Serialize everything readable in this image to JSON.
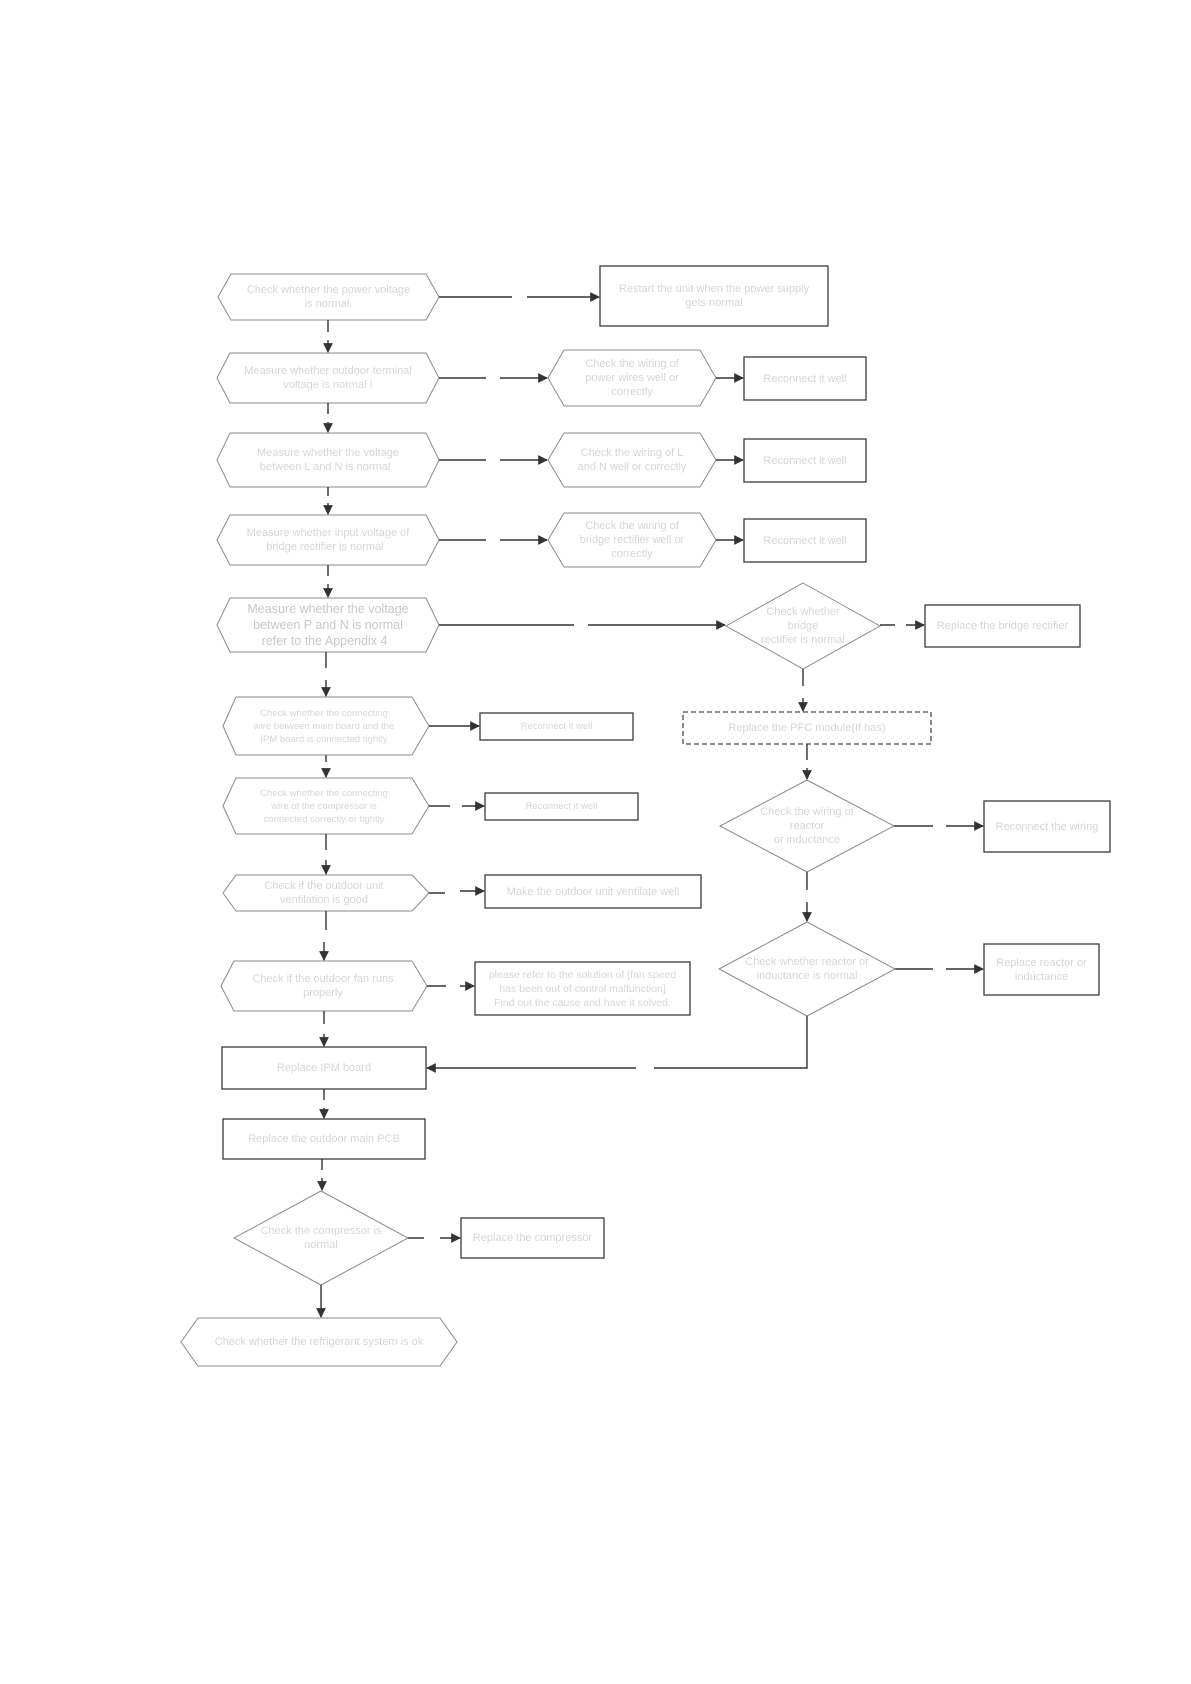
{
  "nodes": {
    "check_power_voltage": "Check whether the power voltage\nis normal.",
    "restart_unit": "Restart the unit when the power supply\ngets normal",
    "measure_outdoor_terminal": "Measure whether outdoor terminal\nvoltage is  normal !",
    "check_power_wires": "Check the wiring of\npower wires well or\ncorrectly",
    "reconnect_1": "Reconnect it well",
    "measure_l_n": "Measure whether the voltage\nbetween L and N is normal  ",
    "check_l_n_wiring": "Check the wiring of L\nand N well or correctly",
    "reconnect_2": "Reconnect it well",
    "measure_bridge_input": "Measure whether input voltage of\nbridge rectifier is normal  ",
    "check_bridge_wiring": "Check the wiring of\nbridge rectifier well or\ncorrectly",
    "reconnect_3": "Reconnect it well",
    "measure_p_n": "Measure whether the voltage\nbetween P and N is normal\nrefer to the Appendix 4  ",
    "check_bridge_rectifier": "Check whether bridge\nrectifier is normal",
    "replace_bridge_rectifier": "Replace the bridge rectifier",
    "check_main_ipm_wire": "Check whether the connecting\nwire between main board and the\nIPM board is connected tightly",
    "reconnect_4": "Reconnect it well",
    "replace_pfc": "Replace the PFC module(If has)",
    "check_compressor_wire": "Check whether the connecting\nwire of the compressor is\nconnected correctly or tightly",
    "reconnect_5": "Reconnect it well",
    "check_reactor_wiring": "Check the wiring of reactor\nor inductance",
    "reconnect_wiring": "Reconnect the wiring",
    "check_ventilation": "Check if the outdoor unit\nventilation is good",
    "make_ventilate": "Make the outdoor unit ventilate well",
    "check_fan": "Check if the outdoor fan runs\nproperly",
    "fan_solution": "please refer to the solution of [fan speed\nhas been out of control malfunction]\nFind out the cause and have it solved.",
    "check_reactor": "Check whether reactor or\ninductance is normal",
    "replace_reactor": "Replace reactor or\ninductance",
    "replace_ipm": "Replace IPM  board",
    "replace_main_pcb": "Replace the outdoor main PCB",
    "check_compressor": "Check the compressor is\nnormal",
    "replace_compressor": "Replace the compressor",
    "check_refrigerant": "Check whether the refrigerant system is ok"
  }
}
